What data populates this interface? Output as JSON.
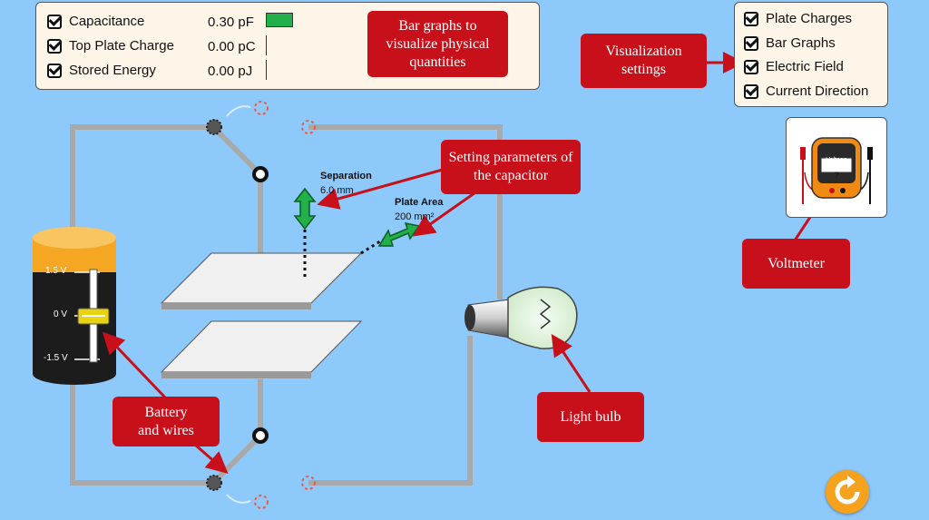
{
  "bar_graphs": {
    "rows": [
      {
        "label": "Capacitance",
        "value": "0.30 pF",
        "checked": true,
        "bar_fraction": 1.0
      },
      {
        "label": "Top Plate Charge",
        "value": "0.00 pC",
        "checked": true,
        "bar_fraction": 0
      },
      {
        "label": "Stored Energy",
        "value": "0.00 pJ",
        "checked": true,
        "bar_fraction": 0
      }
    ],
    "bar_color": "#22b04b"
  },
  "visualization": {
    "items": [
      {
        "label": "Plate Charges",
        "checked": true
      },
      {
        "label": "Bar Graphs",
        "checked": true
      },
      {
        "label": "Electric Field",
        "checked": true
      },
      {
        "label": "Current Direction",
        "checked": true
      }
    ]
  },
  "capacitor": {
    "separation_label": "Separation",
    "separation_value": "6.0 mm",
    "plate_area_label": "Plate Area",
    "plate_area_value": "200 mm²"
  },
  "battery": {
    "tick_top": "1.5 V",
    "tick_mid": "0 V",
    "tick_bottom": "-1.5 V"
  },
  "voltmeter": {
    "label": "Voltage",
    "reading": "?"
  },
  "callouts": {
    "bar_graphs": "Bar graphs to visualize physical quantities",
    "visualization": "Visualization settings",
    "parameters": "Setting parameters of the capacitor",
    "voltmeter": "Voltmeter",
    "battery": "Battery and wires",
    "light_bulb": "Light bulb"
  },
  "colors": {
    "background": "#8ec9fb",
    "callout": "#c8101a",
    "battery_top": "#f5a623",
    "battery_body": "#1c1c1c",
    "arrow_green": "#22b04b",
    "reset": "#f6a21c"
  }
}
